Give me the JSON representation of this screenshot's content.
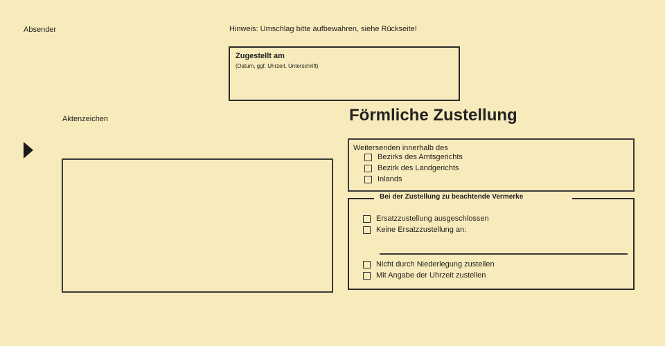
{
  "envelope": {
    "sender_label": "Absender",
    "hint": "Hinweis: Umschlag bitte aufbewahren, siehe Rückseite!",
    "file_reference_label": "Aktenzeichen",
    "delivered": {
      "title": "Zugestellt am",
      "subtitle": "(Datum, ggf. Uhrzeit, Unterschrift)"
    },
    "title": "Förmliche Zustellung",
    "forward": {
      "heading": "Weitersenden innerhalb des",
      "options": [
        {
          "label": "Bezirks des Amtsgerichts",
          "checked": false
        },
        {
          "label": "Bezirk des Landgerichts",
          "checked": false
        },
        {
          "label": "Inlands",
          "checked": false
        }
      ]
    },
    "notes": {
      "legend": "Bei der Zustellung zu beachtende Vermerke",
      "options": [
        {
          "label": "Ersatzzustellung ausgeschlossen",
          "checked": false
        },
        {
          "label": "Keine Ersatzzustellung an:",
          "checked": false
        },
        {
          "label": "Nicht durch Niederlegung zustellen",
          "checked": false
        },
        {
          "label": "Mit Angabe der Uhrzeit zustellen",
          "checked": false
        }
      ],
      "recipient_line_value": ""
    },
    "colors": {
      "paper": "#f8ebbb",
      "ink": "#1f1f1f"
    }
  }
}
